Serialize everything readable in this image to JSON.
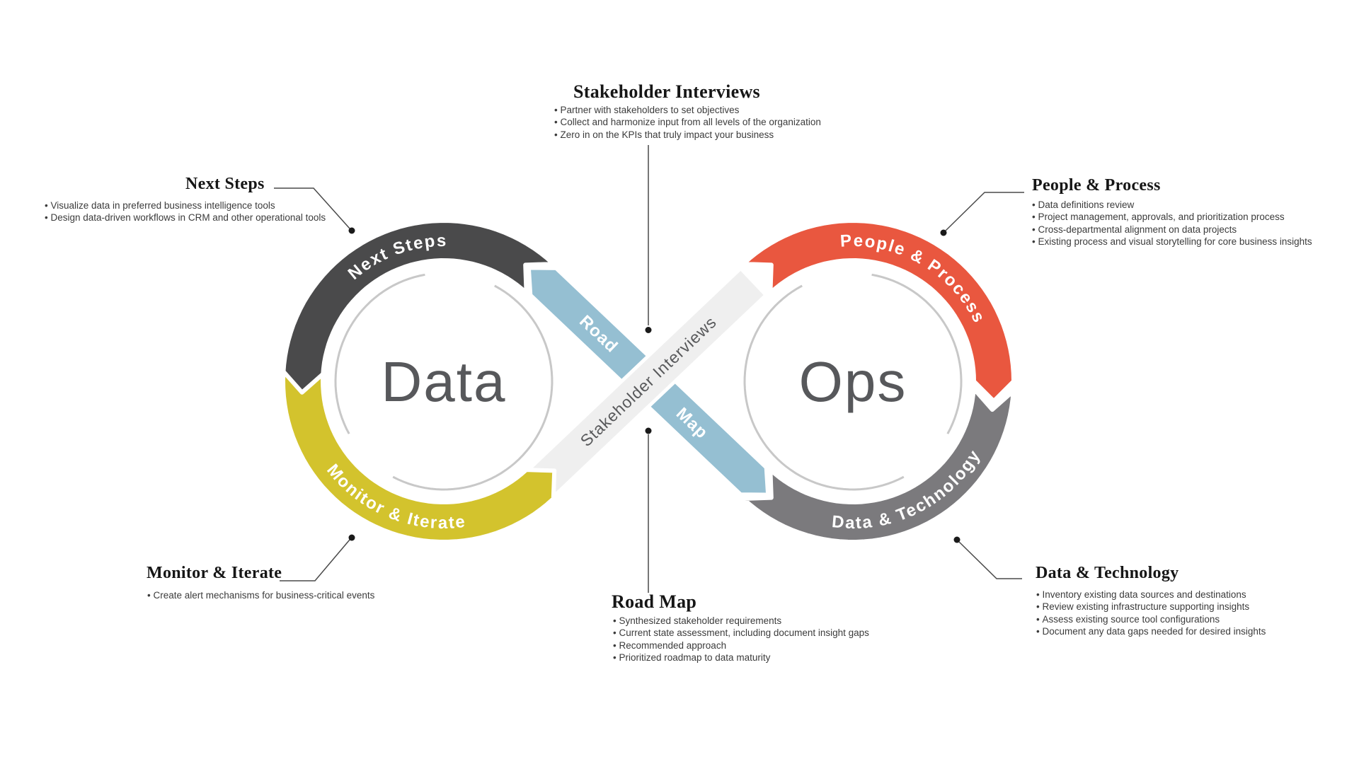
{
  "diagram": {
    "left_ring": {
      "center_label": "Data",
      "top_arc_label": "Next Steps",
      "bottom_arc_label": "Monitor & Iterate"
    },
    "right_ring": {
      "center_label": "Ops",
      "top_arc_label": "People & Process",
      "bottom_arc_label": "Data & Technology"
    },
    "ribbons": {
      "gray_label": "Stakeholder Interviews",
      "blue_top_label": "Road",
      "blue_bottom_label": "Map"
    }
  },
  "callouts": {
    "stakeholder_interviews": {
      "title": "Stakeholder Interviews",
      "bullets": [
        "Partner with stakeholders to set objectives",
        "Collect and harmonize input from all levels of the organization",
        "Zero in on the KPIs that truly impact your business"
      ]
    },
    "next_steps": {
      "title": "Next Steps",
      "bullets": [
        "Visualize data in preferred business intelligence tools",
        "Design data-driven workflows in CRM and other operational tools"
      ]
    },
    "people_process": {
      "title": "People & Process",
      "bullets": [
        "Data definitions review",
        "Project management, approvals, and prioritization process",
        "Cross-departmental alignment on data projects",
        "Existing process and visual storytelling for core business insights"
      ]
    },
    "monitor_iterate": {
      "title": "Monitor & Iterate",
      "bullets": [
        "Create alert mechanisms for business-critical events"
      ]
    },
    "road_map": {
      "title": "Road Map",
      "bullets": [
        "Synthesized stakeholder requirements",
        "Current state assessment, including document insight gaps",
        "Recommended approach",
        "Prioritized roadmap to data maturity"
      ]
    },
    "data_technology": {
      "title": "Data & Technology",
      "bullets": [
        "Inventory existing data sources and destinations",
        "Review existing infrastructure supporting insights",
        "Assess existing source tool configurations",
        "Document any data gaps needed for desired insights"
      ]
    }
  },
  "colors": {
    "dark_arc": "#4a4a4b",
    "yellow_arc": "#d3c32d",
    "red_arc": "#e9573f",
    "gray_arc": "#7b7a7d",
    "blue_ribbon": "#95bfd2",
    "gray_ribbon": "#efefef",
    "inner_circle": "#c8c8c8",
    "center_text": "#57585b",
    "connector_line": "#4a4a4a",
    "connector_dot": "#1a1a1a"
  }
}
